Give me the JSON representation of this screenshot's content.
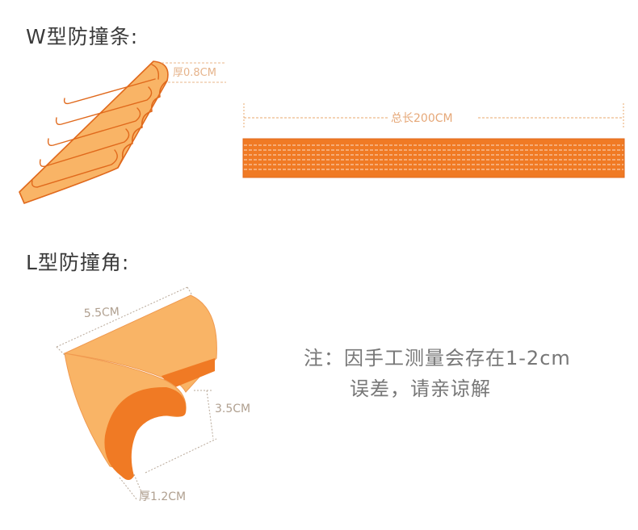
{
  "w_section": {
    "heading": "W型防撞条:",
    "thickness_label": "厚0.8CM",
    "length_label": "总长200CM"
  },
  "l_section": {
    "heading": "L型防撞角:",
    "width_label": "5.5CM",
    "height_label": "3.5CM",
    "thickness_label": "厚1.2CM"
  },
  "note": {
    "line1": "注：因手工测量会存在1-2cm",
    "line2": "误差，请亲谅解"
  },
  "colors": {
    "light_orange": "#f9b466",
    "dark_orange": "#f07a24",
    "outline": "#e0691c",
    "dim_line": "#c8a686"
  }
}
